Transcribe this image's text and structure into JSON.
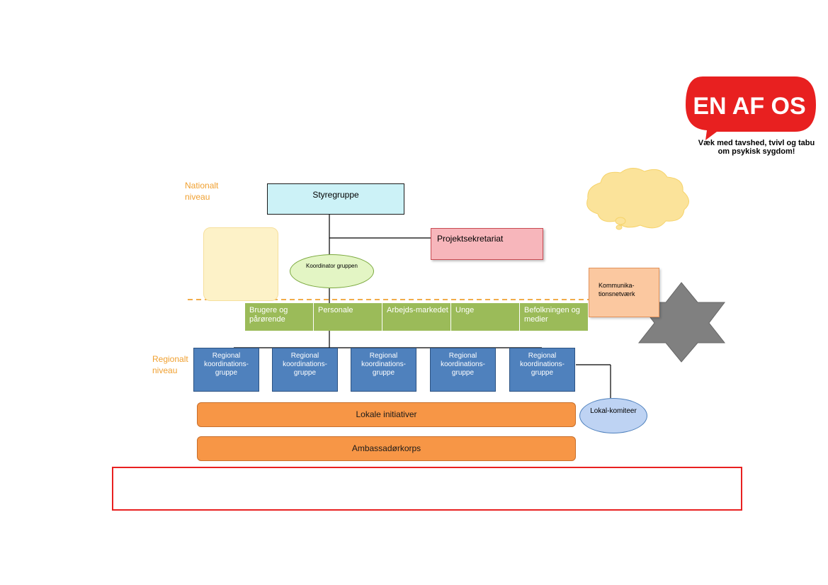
{
  "logo": {
    "text": "EN AF OS",
    "tagline": "Væk med tavshed, tvivl og tabu om psykisk sygdom!"
  },
  "levels": {
    "national": "Nationalt niveau",
    "regional": "Regionalt niveau"
  },
  "boxes": {
    "styregruppe": "Styregruppe",
    "projektsekretariat": "Projektsekretariat",
    "koordinatorgruppen": "Koordinator gruppen",
    "kommunikation": "Kommunika-tionsnetværk",
    "lokale_initiativer": "Lokale initiativer",
    "ambassadoerkorps": "Ambassadørkorps",
    "lokalkomiteer": "Lokal-komiteer"
  },
  "target_groups": [
    "Brugere og pårørende",
    "Personale",
    "Arbejds-markedet",
    "Unge",
    "Befolkningen og medier"
  ],
  "regional_groups": [
    "Regional koordinations-gruppe",
    "Regional koordinations-gruppe",
    "Regional koordinations-gruppe",
    "Regional koordinations-gruppe",
    "Regional koordinations-gruppe"
  ],
  "colors": {
    "accent_red": "#e82020",
    "green": "#9bbb59",
    "blue": "#4f81bd",
    "orange": "#f79646",
    "star": "#808080",
    "cloud": "#fbe39a"
  }
}
